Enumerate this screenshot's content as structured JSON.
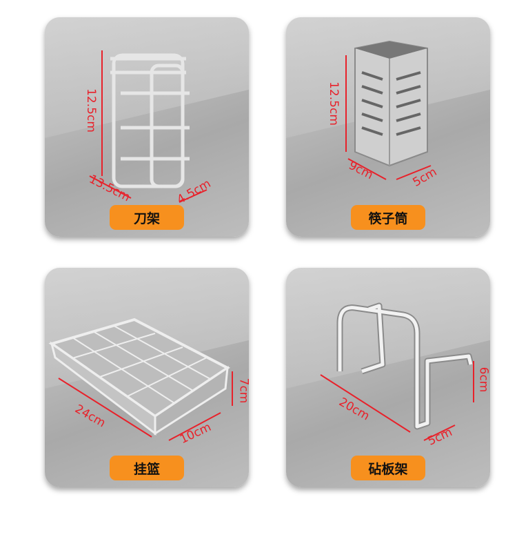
{
  "products": [
    {
      "name": "刀架",
      "dims": [
        "12.5cm",
        "13.5cm",
        "4.5cm"
      ]
    },
    {
      "name": "筷子筒",
      "dims": [
        "12.5cm",
        "9cm",
        "5cm"
      ]
    },
    {
      "name": "挂篮",
      "dims": [
        "24cm",
        "10cm",
        "7cm"
      ]
    },
    {
      "name": "砧板架",
      "dims": [
        "20cm",
        "5cm",
        "6cm"
      ]
    }
  ],
  "colors": {
    "label_bg": "#f7901e",
    "dimension": "#e8212a"
  }
}
